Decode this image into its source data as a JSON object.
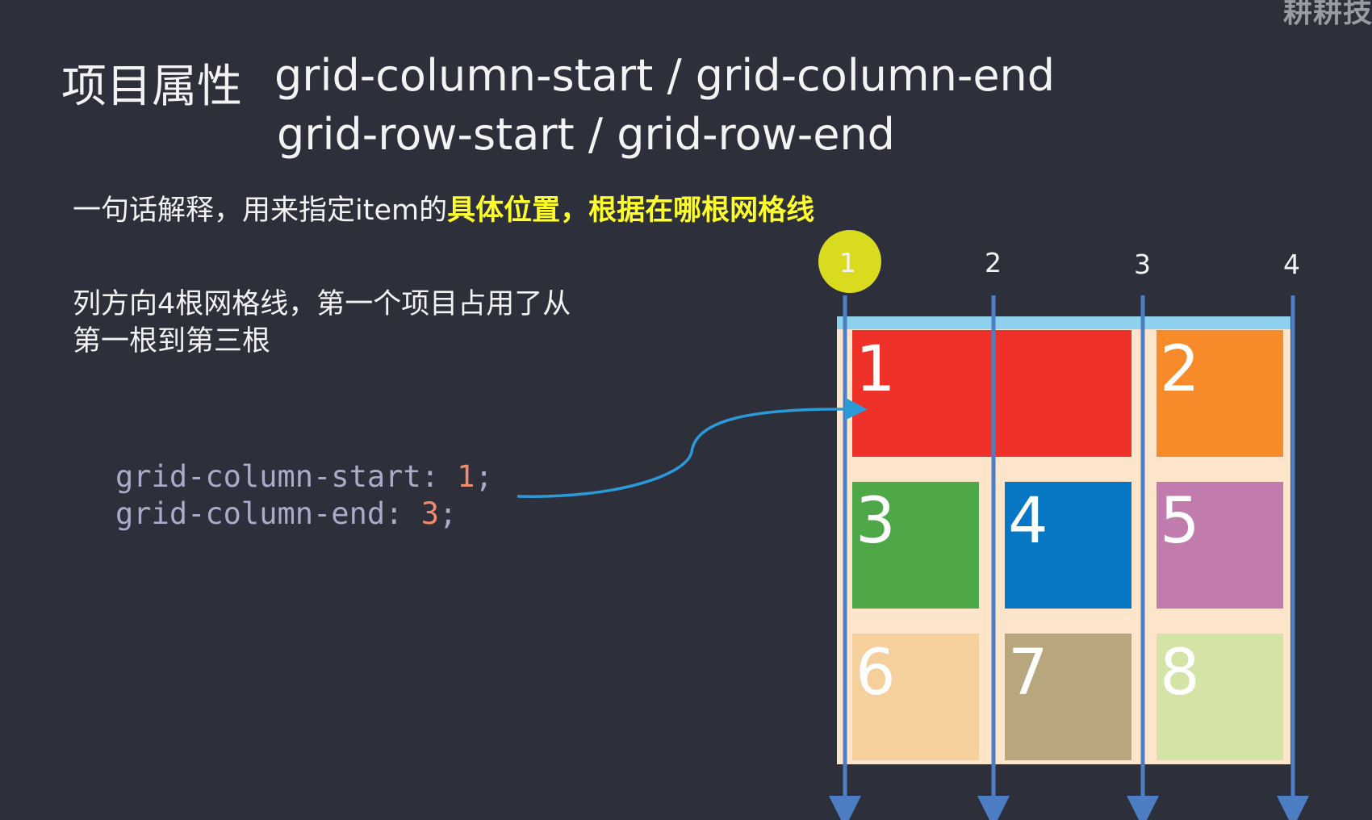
{
  "watermark": "耕耕技",
  "title": {
    "prefix": "项目属性",
    "line1": "grid-column-start / grid-column-end",
    "line2": "grid-row-start / grid-row-end"
  },
  "subtitle": {
    "plain": "一句话解释，用来指定item的",
    "highlight": "具体位置，根据在哪根网格线"
  },
  "description": {
    "line1": "列方向4根网格线，第一个项目占用了从",
    "line2": "第一根到第三根"
  },
  "code": {
    "line1_prop": "grid-column-start: ",
    "line1_value": "1",
    "line1_end": ";",
    "line2_prop": "grid-column-end: ",
    "line2_value": "3",
    "line2_end": ";"
  },
  "grid_lines": {
    "labels": [
      "1",
      "2",
      "3",
      "4"
    ]
  },
  "items": [
    {
      "label": "1",
      "color": "#ee3229"
    },
    {
      "label": "2",
      "color": "#f78b2a"
    },
    {
      "label": "3",
      "color": "#4ea847"
    },
    {
      "label": "4",
      "color": "#0776c5"
    },
    {
      "label": "5",
      "color": "#c17bad"
    },
    {
      "label": "6",
      "color": "#f5d09c"
    },
    {
      "label": "7",
      "color": "#b8a67d"
    },
    {
      "label": "8",
      "color": "#d3e4a6"
    }
  ],
  "colors": {
    "background": "#2d2f3b",
    "highlight": "#ffff2a",
    "grid_line": "#4d7ec4",
    "arrow": "#2a9ad8",
    "cursor": "#d9dc1e"
  }
}
